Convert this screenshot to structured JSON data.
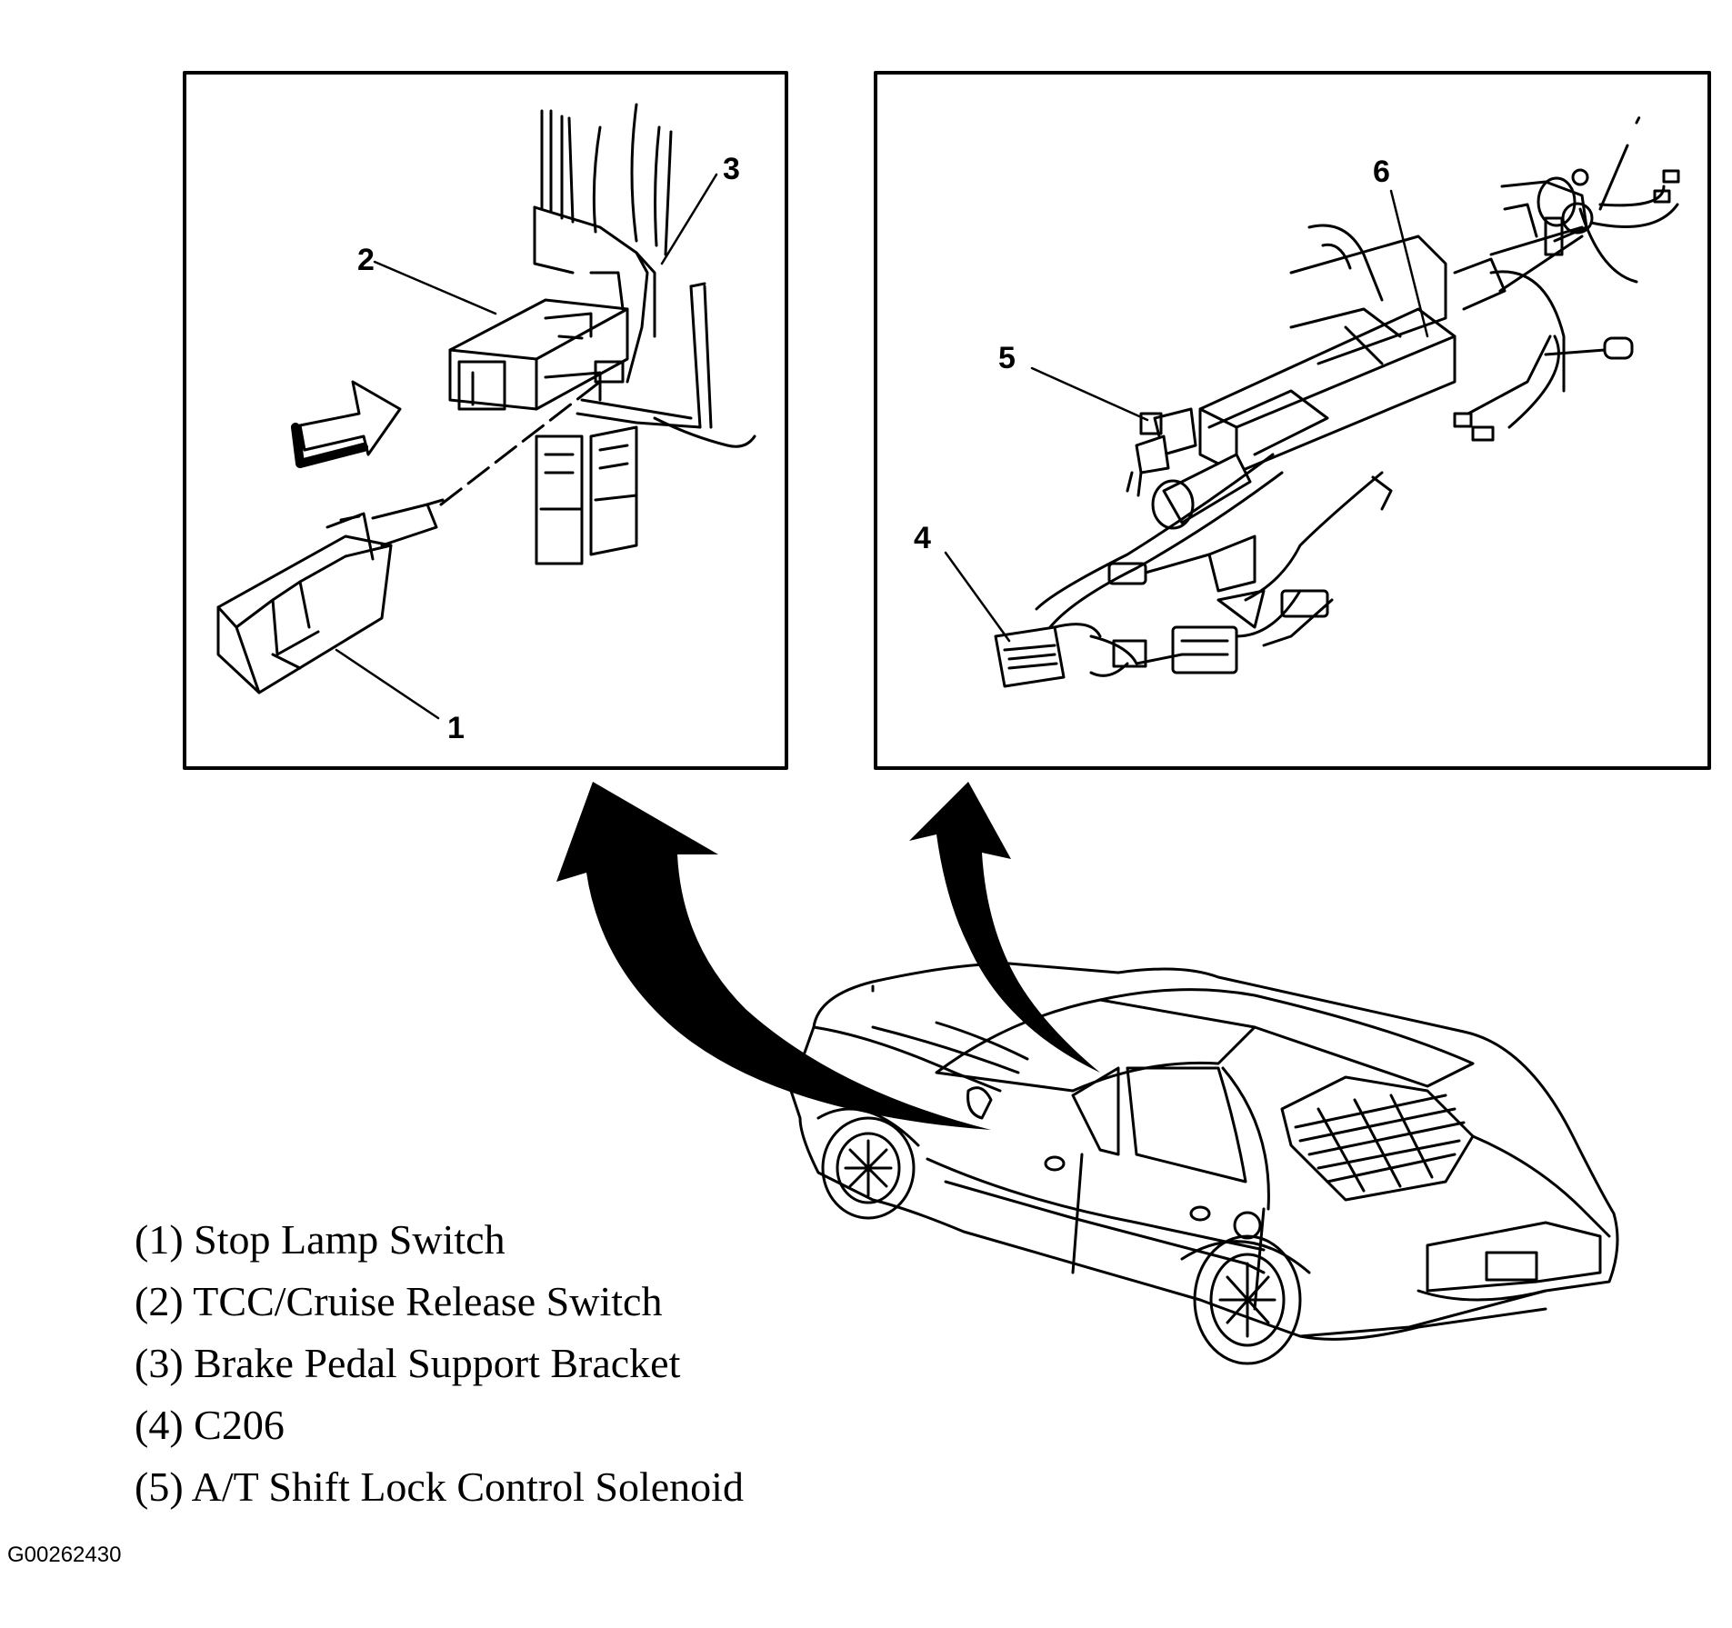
{
  "callouts": {
    "c1": "1",
    "c2": "2",
    "c3": "3",
    "c4": "4",
    "c5": "5",
    "c6": "6"
  },
  "legend": [
    "(1) Stop Lamp Switch",
    "(2) TCC/Cruise Release Switch",
    "(3) Brake Pedal Support Bracket",
    "(4) C206",
    "(5) A/T Shift Lock Control Solenoid"
  ],
  "figure_id": "G00262430",
  "colors": {
    "ink": "#000000",
    "paper": "#ffffff"
  }
}
